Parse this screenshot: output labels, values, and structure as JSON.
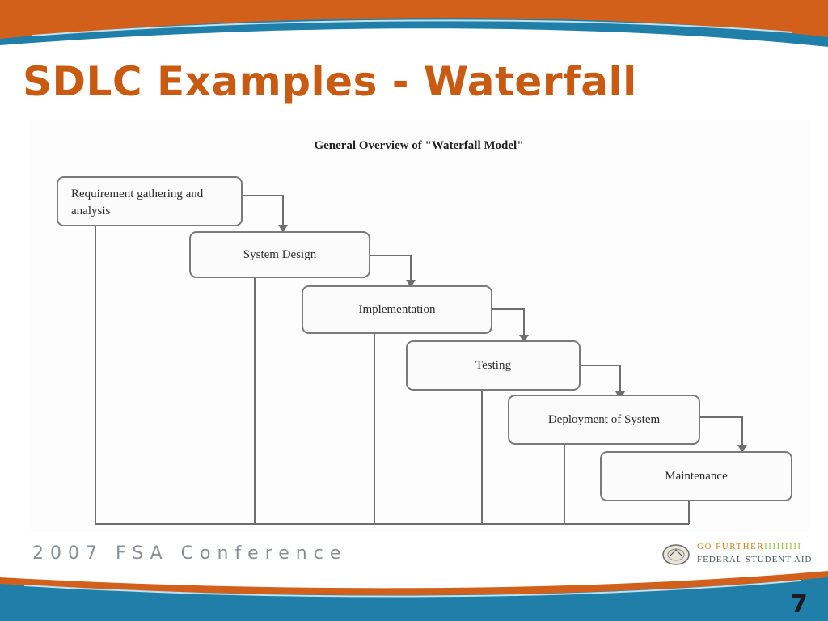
{
  "slide": {
    "title": "SDLC Examples - Waterfall",
    "page_number": "7",
    "footer": "2007 FSA Conference"
  },
  "diagram": {
    "title": "General Overview of \"Waterfall Model\"",
    "stages": [
      "Requirement gathering and analysis",
      "System Design",
      "Implementation",
      "Testing",
      "Deployment of System",
      "Maintenance"
    ]
  },
  "logo": {
    "line1_main": "GO FURTHER",
    "line1_accent": "IIIIIIIII",
    "line2": "FEDERAL STUDENT AID"
  },
  "colors": {
    "title": "#c85a12",
    "band_orange": "#d2601a",
    "band_blue": "#1f7fa8"
  }
}
